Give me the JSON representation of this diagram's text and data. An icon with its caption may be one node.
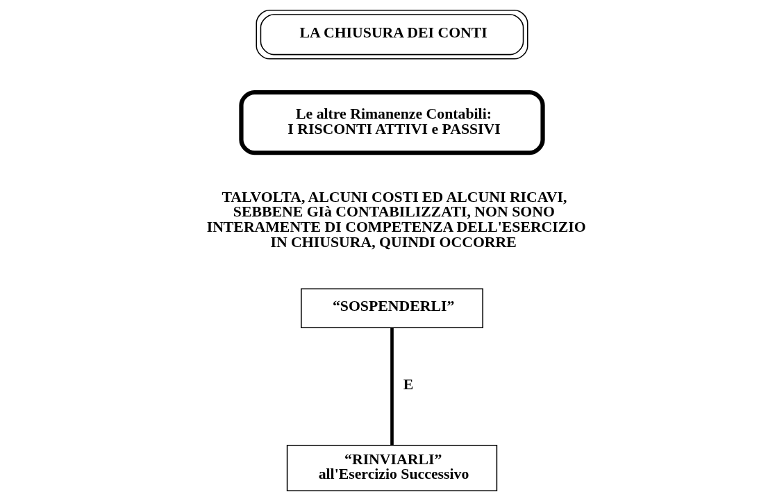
{
  "diagram": {
    "nodes": [
      {
        "text": [
          "LA CHIUSURA DEI CONTI"
        ]
      },
      {
        "text": [
          "Le altre Rimanenze Contabili: I RISCONTI ATTIVI e PASSIVI"
        ]
      },
      {
        "text": [
          "“SOSPENDERLI”"
        ]
      },
      {
        "text": [
          "“RINVIARLI” all'Esercizio Successivo"
        ]
      }
    ],
    "edges": [
      {
        "from": 2,
        "to": 3,
        "arrow": "none",
        "label": "E"
      }
    ],
    "labels": [
      "TALVOLTA, ALCUNI COSTI ED ALCUNI RICAVI, SEBBENE GIà CONTABILIZZATI, NON SONO INTERAMENTE DI COMPETENZA DELL'ESERCIZIO IN CHIUSURA, QUINDI OCCORRE"
    ]
  }
}
